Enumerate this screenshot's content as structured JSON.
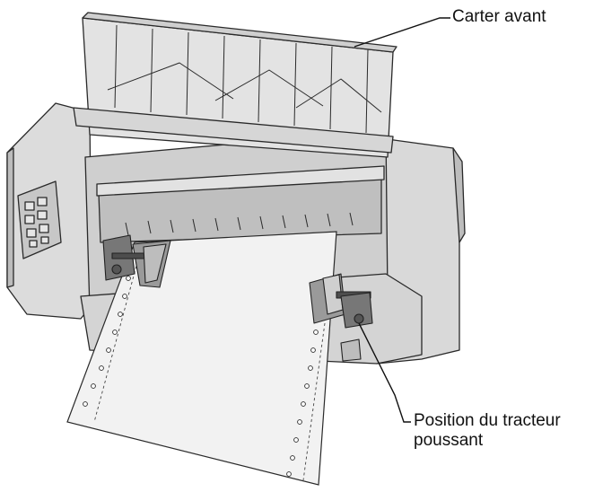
{
  "colors": {
    "background": "#ffffff",
    "outline": "#2a2a2a",
    "body_fill": "#d9d9d9",
    "body_shade": "#b5b5b5",
    "cover_fill": "#e3e3e3",
    "paper_fill": "#f2f2f2",
    "dark_parts": "#555555",
    "leader_line": "#111111"
  },
  "callouts": {
    "front_cover": {
      "text": "Carter avant"
    },
    "push_tractor": {
      "line1": "Position du tracteur",
      "line2": "poussant"
    }
  },
  "icons": [
    "control-panel-icon",
    "tractor-left-icon",
    "tractor-right-icon"
  ]
}
